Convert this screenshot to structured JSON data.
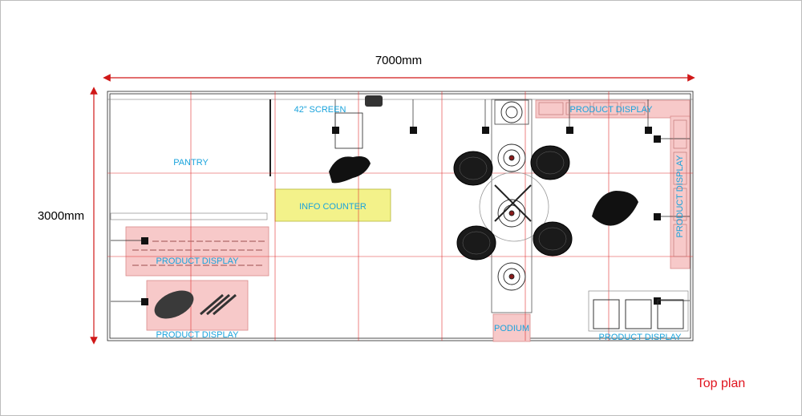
{
  "dimensions": {
    "width_label": "7000mm",
    "height_label": "3000mm"
  },
  "zones": {
    "pantry": "PANTRY",
    "screen": "42” SCREEN",
    "info_counter": "INFO COUNTER",
    "product_display_top_right": "PRODUCT DISPLAY",
    "product_display_right_vertical": "PRODUCT DISPLAY",
    "product_display_left_upper": "PRODUCT DISPLAY",
    "product_display_left_lower": "PRODUCT DISPLAY",
    "podium": "PODIUM",
    "product_display_bottom_right": "PRODUCT DISPLAY"
  },
  "caption": "Top plan",
  "colors": {
    "grid": "#e03030",
    "zone_label": "#1aa3dc",
    "dimension_arrow": "#d01818",
    "info_counter_fill": "#f3f28a",
    "display_fill": "#f7c9c9"
  }
}
